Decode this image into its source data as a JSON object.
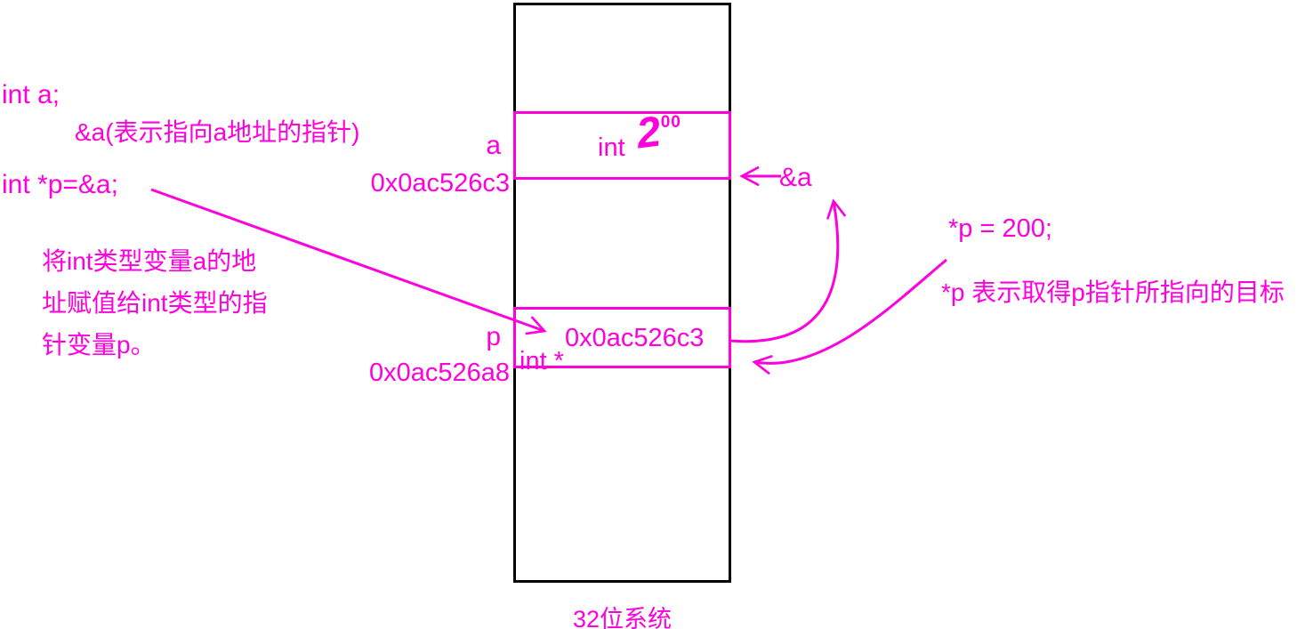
{
  "colors": {
    "accent": "#ff00dd",
    "outline": "#000000",
    "background": "#ffffff"
  },
  "left_notes": {
    "decl_a": "int a;",
    "amp_note": "&a(表示指向a地址的指针)",
    "decl_p": "int *p=&a;",
    "para": [
      "将int类型变量a的地",
      "址赋值给int类型的指",
      "针变量p。"
    ]
  },
  "memory": {
    "caption": "32位系统",
    "cell_a": {
      "label": "a",
      "address": "0x0ac526c3",
      "type_text": "int",
      "value_main": "2",
      "value_sup": "00"
    },
    "cell_p": {
      "label": "p",
      "address": "0x0ac526a8",
      "value": "0x0ac526c3",
      "type_text": "int *"
    }
  },
  "right_notes": {
    "amp_a": "&a",
    "assign": "*p = 200;",
    "explain": "*p 表示取得p指针所指向的目标"
  }
}
